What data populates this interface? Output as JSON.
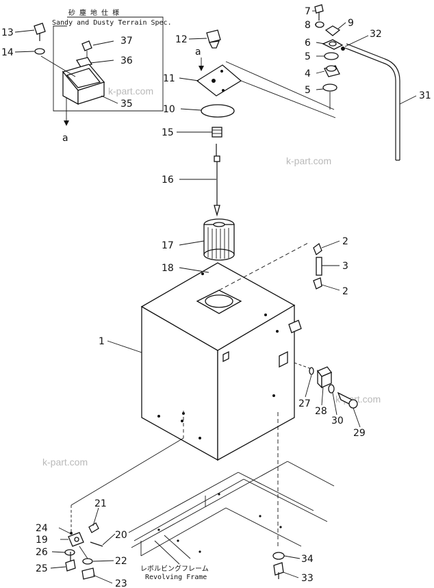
{
  "inset": {
    "title_jp": "砂 塵 地 仕 様",
    "title_en": "Sandy and Dusty Terrain Spec."
  },
  "frame_label": {
    "jp": "レボルビングフレーム",
    "en": "Revolving Frame"
  },
  "watermark": "k-part.com",
  "arrow_letter": "a",
  "callouts": [
    {
      "id": "1",
      "label": "1"
    },
    {
      "id": "2a",
      "label": "2"
    },
    {
      "id": "2b",
      "label": "2"
    },
    {
      "id": "3",
      "label": "3"
    },
    {
      "id": "4",
      "label": "4"
    },
    {
      "id": "5a",
      "label": "5"
    },
    {
      "id": "5b",
      "label": "5"
    },
    {
      "id": "6",
      "label": "6"
    },
    {
      "id": "7",
      "label": "7"
    },
    {
      "id": "8",
      "label": "8"
    },
    {
      "id": "9",
      "label": "9"
    },
    {
      "id": "10",
      "label": "10"
    },
    {
      "id": "11",
      "label": "11"
    },
    {
      "id": "12",
      "label": "12"
    },
    {
      "id": "13",
      "label": "13"
    },
    {
      "id": "14",
      "label": "14"
    },
    {
      "id": "15",
      "label": "15"
    },
    {
      "id": "16",
      "label": "16"
    },
    {
      "id": "17",
      "label": "17"
    },
    {
      "id": "18",
      "label": "18"
    },
    {
      "id": "19",
      "label": "19"
    },
    {
      "id": "20",
      "label": "20"
    },
    {
      "id": "21",
      "label": "21"
    },
    {
      "id": "22",
      "label": "22"
    },
    {
      "id": "23",
      "label": "23"
    },
    {
      "id": "24",
      "label": "24"
    },
    {
      "id": "25",
      "label": "25"
    },
    {
      "id": "26",
      "label": "26"
    },
    {
      "id": "27",
      "label": "27"
    },
    {
      "id": "28",
      "label": "28"
    },
    {
      "id": "29",
      "label": "29"
    },
    {
      "id": "30",
      "label": "30"
    },
    {
      "id": "31",
      "label": "31"
    },
    {
      "id": "32",
      "label": "32"
    },
    {
      "id": "33",
      "label": "33"
    },
    {
      "id": "34",
      "label": "34"
    },
    {
      "id": "35",
      "label": "35"
    },
    {
      "id": "36",
      "label": "36"
    },
    {
      "id": "37",
      "label": "37"
    }
  ]
}
